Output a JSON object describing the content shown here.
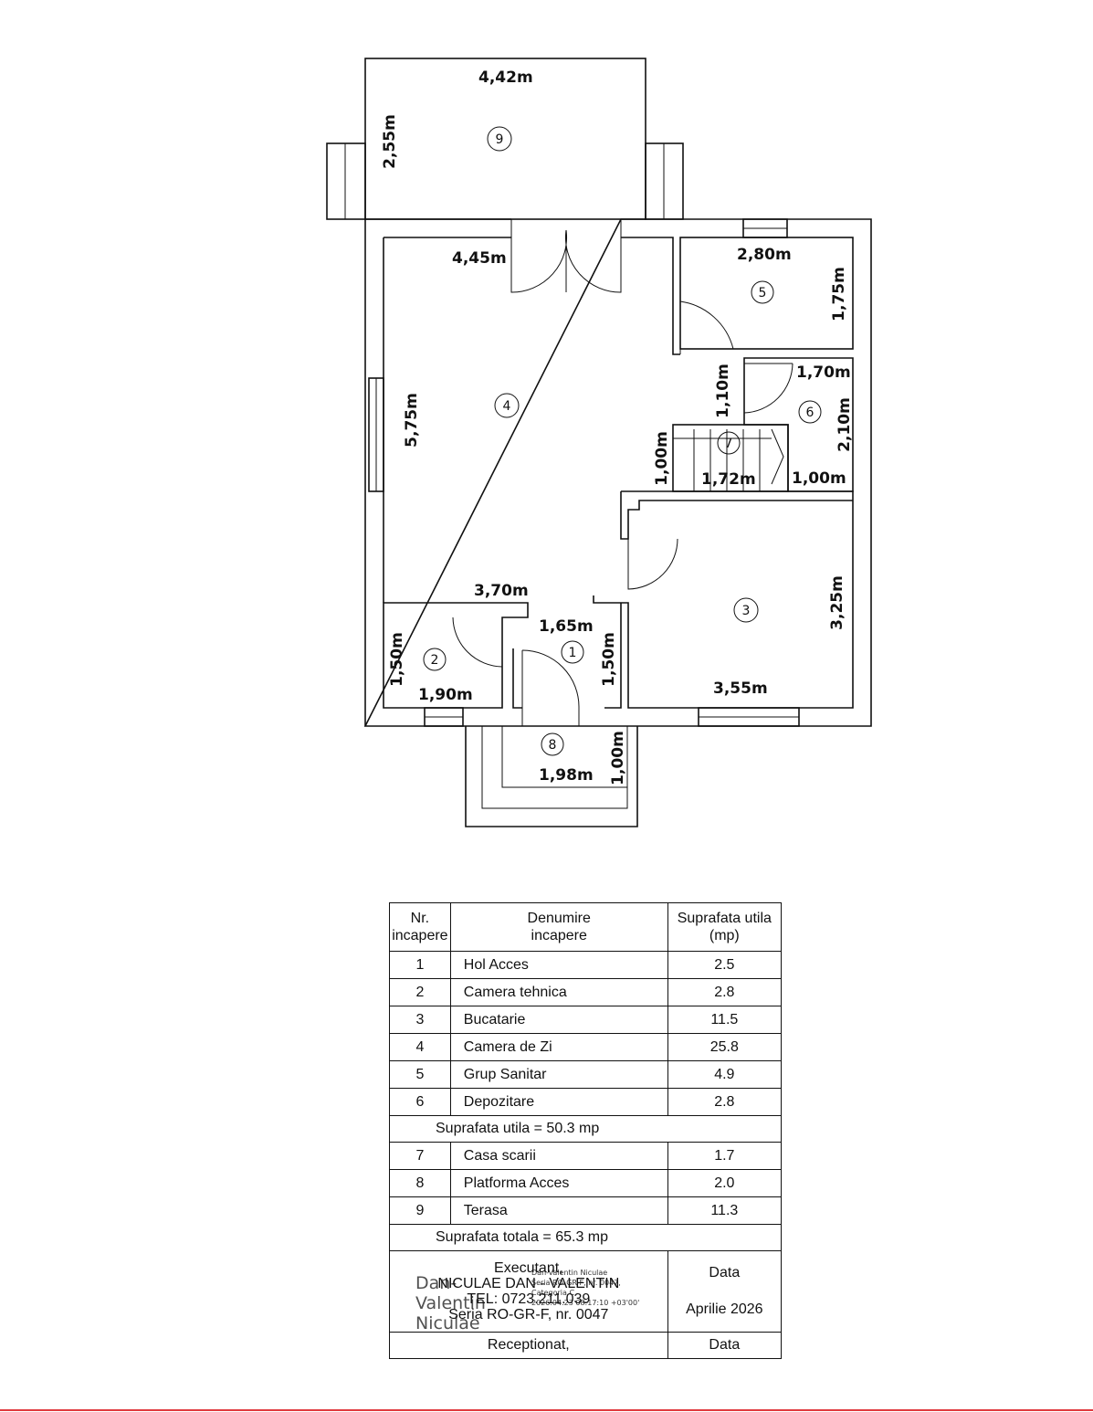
{
  "plan": {
    "dimensions": [
      "4,42m",
      "2,55m",
      "4,45m",
      "2,80m",
      "1,75m",
      "5,75m",
      "1,10m",
      "1,70m",
      "2,10m",
      "1,00m",
      "1,72m",
      "1,00m",
      "3,70m",
      "1,65m",
      "1,50m",
      "1,50m",
      "1,90m",
      "3,25m",
      "3,55m",
      "1,98m",
      "1,00m"
    ],
    "room_numbers": [
      "1",
      "2",
      "3",
      "4",
      "5",
      "6",
      "7",
      "8",
      "9"
    ]
  },
  "table": {
    "header": {
      "nr": "Nr.",
      "nr2": "incapere",
      "name": "Denumire",
      "name2": "incapere",
      "area": "Suprafata utila",
      "area2": "(mp)"
    },
    "rooms": [
      {
        "nr": "1",
        "name": "Hol Acces",
        "area": "2.5"
      },
      {
        "nr": "2",
        "name": "Camera tehnica",
        "area": "2.8"
      },
      {
        "nr": "3",
        "name": "Bucatarie",
        "area": "11.5"
      },
      {
        "nr": "4",
        "name": "Camera de Zi",
        "area": "25.8"
      },
      {
        "nr": "5",
        "name": "Grup Sanitar",
        "area": "4.9"
      },
      {
        "nr": "6",
        "name": "Depozitare",
        "area": "2.8"
      }
    ],
    "subtotal": "Suprafata utila = 50.3 mp",
    "extra_rooms": [
      {
        "nr": "7",
        "name": "Casa scarii",
        "area": "1.7"
      },
      {
        "nr": "8",
        "name": "Platforma Acces",
        "area": "2.0"
      },
      {
        "nr": "9",
        "name": "Terasa",
        "area": "11.3"
      }
    ],
    "total": "Suprafata totala = 65.3 mp",
    "executant": {
      "label": "Executant,",
      "name": "NICULAE DAN - VALENTIN",
      "tel": "TEL: 0723.211.039",
      "seria": "Seria RO-GR-F, nr. 0047",
      "signature_big": "Dan-Valentin Niculae",
      "signature_small_1": "Dan-Valentin Niculae",
      "signature_small_2": "Seria RO-GR-F, nr. 0047,",
      "signature_small_3": "Categoria C",
      "signature_small_4": "2026.04.23 08:17:10 +03'00'"
    },
    "data_label": "Data",
    "data_value": "Aprilie 2026",
    "receptionat": "Receptionat,",
    "data_label_2": "Data"
  }
}
